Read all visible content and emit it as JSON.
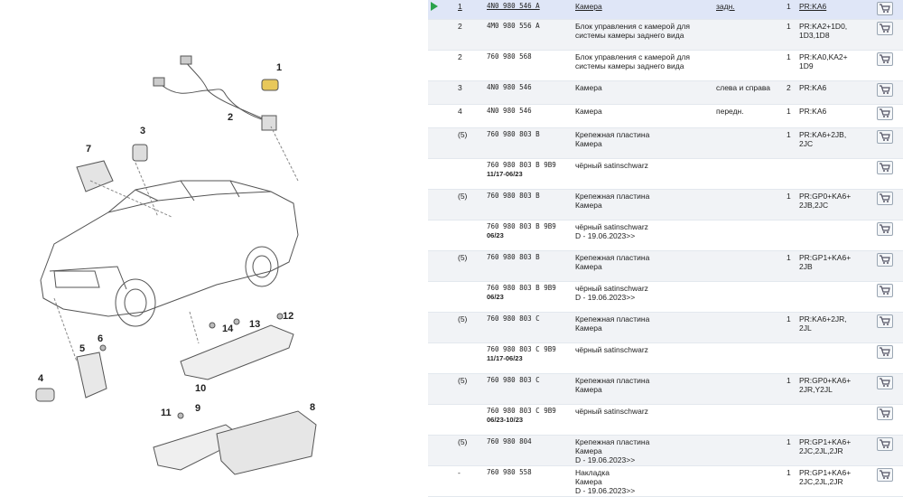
{
  "diagram": {
    "callouts": [
      "1",
      "2",
      "3",
      "4",
      "5",
      "6",
      "7",
      "8",
      "9",
      "10",
      "11",
      "12",
      "13",
      "14"
    ]
  },
  "parts": [
    {
      "pos": "1",
      "pn": "4N0 980 546 A",
      "pn_sub": "",
      "desc": [
        "Камера"
      ],
      "note": "задн.",
      "qty": "1",
      "model": "PR:KA6",
      "selected": true
    },
    {
      "pos": "2",
      "pn": "4M0 980 556 A",
      "pn_sub": "",
      "desc": [
        "Блок управления с камерой для",
        "системы камеры заднего вида"
      ],
      "note": "",
      "qty": "1",
      "model": "PR:KA2+1D0,\n1D3,1D8"
    },
    {
      "pos": "2",
      "pn": "760 980 568",
      "pn_sub": "",
      "desc": [
        "Блок управления с камерой для",
        "системы камеры заднего вида"
      ],
      "note": "",
      "qty": "1",
      "model": "PR:KA0,KA2+\n1D9"
    },
    {
      "pos": "3",
      "pn": "4N0 980 546",
      "pn_sub": "",
      "desc": [
        "Камера"
      ],
      "note": "слева и справа",
      "qty": "2",
      "model": "PR:KA6"
    },
    {
      "pos": "4",
      "pn": "4N0 980 546",
      "pn_sub": "",
      "desc": [
        "Камера"
      ],
      "note": "передн.",
      "qty": "1",
      "model": "PR:KA6"
    },
    {
      "pos": "(5)",
      "pn": "760 980 803 B",
      "pn_sub": "",
      "desc": [
        "Крепежная пластина",
        "Камера"
      ],
      "note": "",
      "qty": "1",
      "model": "PR:KA6+2JB,\n2JC"
    },
    {
      "pos": "",
      "pn": "760 980 803 B 9B9",
      "pn_sub": "11/17-06/23",
      "desc": [
        "чёрный satinschwarz"
      ],
      "note": "",
      "qty": "",
      "model": ""
    },
    {
      "pos": "(5)",
      "pn": "760 980 803 B",
      "pn_sub": "",
      "desc": [
        "Крепежная пластина",
        "Камера"
      ],
      "note": "",
      "qty": "1",
      "model": "PR:GP0+KA6+\n2JB,2JC"
    },
    {
      "pos": "",
      "pn": "760 980 803 B 9B9",
      "pn_sub": "06/23",
      "desc": [
        "чёрный satinschwarz",
        "D - 19.06.2023>>"
      ],
      "note": "",
      "qty": "",
      "model": ""
    },
    {
      "pos": "(5)",
      "pn": "760 980 803 B",
      "pn_sub": "",
      "desc": [
        "Крепежная пластина",
        "Камера"
      ],
      "note": "",
      "qty": "1",
      "model": "PR:GP1+KA6+\n2JB"
    },
    {
      "pos": "",
      "pn": "760 980 803 B 9B9",
      "pn_sub": "06/23",
      "desc": [
        "чёрный satinschwarz",
        "D - 19.06.2023>>"
      ],
      "note": "",
      "qty": "",
      "model": ""
    },
    {
      "pos": "(5)",
      "pn": "760 980 803 C",
      "pn_sub": "",
      "desc": [
        "Крепежная пластина",
        "Камера"
      ],
      "note": "",
      "qty": "1",
      "model": "PR:KA6+2JR,\n2JL"
    },
    {
      "pos": "",
      "pn": "760 980 803 C 9B9",
      "pn_sub": "11/17-06/23",
      "desc": [
        "чёрный satinschwarz"
      ],
      "note": "",
      "qty": "",
      "model": ""
    },
    {
      "pos": "(5)",
      "pn": "760 980 803 C",
      "pn_sub": "",
      "desc": [
        "Крепежная пластина",
        "Камера"
      ],
      "note": "",
      "qty": "1",
      "model": "PR:GP0+KA6+\n2JR,Y2JL"
    },
    {
      "pos": "",
      "pn": "760 980 803 C 9B9",
      "pn_sub": "06/23-10/23",
      "desc": [
        "чёрный satinschwarz"
      ],
      "note": "",
      "qty": "",
      "model": ""
    },
    {
      "pos": "(5)",
      "pn": "760 980 804",
      "pn_sub": "",
      "desc": [
        "Крепежная пластина",
        "Камера",
        "D - 19.06.2023>>"
      ],
      "note": "",
      "qty": "1",
      "model": "PR:GP1+KA6+\n2JC,2JL,2JR"
    },
    {
      "pos": "-",
      "pn": "760 980 558",
      "pn_sub": "",
      "desc": [
        "Накладка",
        "Камера",
        "D - 19.06.2023>>"
      ],
      "note": "",
      "qty": "1",
      "model": "PR:GP1+KA6+\n2JC,2JL,2JR"
    }
  ]
}
